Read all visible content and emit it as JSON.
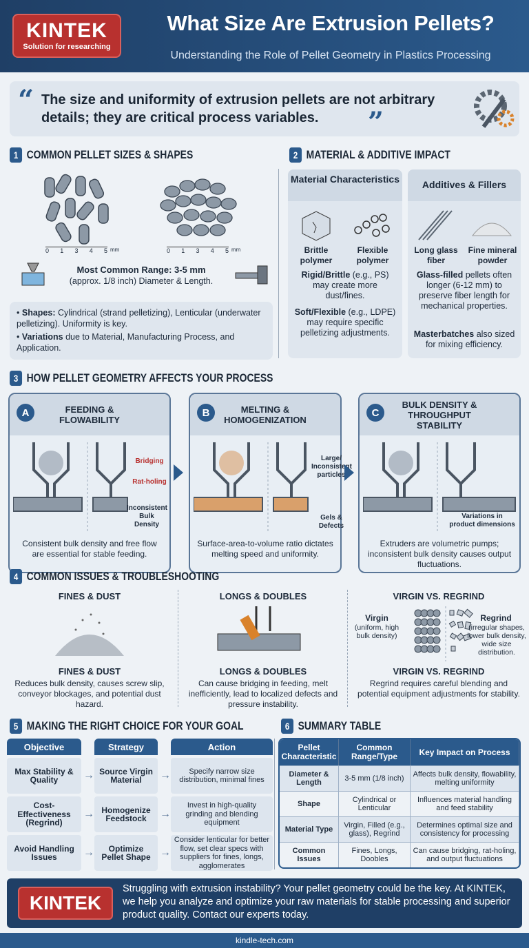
{
  "header": {
    "logo_name": "KINTEK",
    "logo_tagline": "Solution for researching",
    "title": "What Size Are Extrusion Pellets?",
    "subtitle": "Understanding the Role of Pellet Geometry in Plastics Processing"
  },
  "quote": "The size and uniformity of extrusion pellets are not arbitrary details; they are critical process variables.",
  "section1": {
    "num": "1",
    "title": "COMMON PELLET SIZES & SHAPES",
    "ruler_ticks": [
      "0",
      "1",
      "3",
      "4",
      "5"
    ],
    "ruler_unit": "mm",
    "range_title": "Most Common Range: 3-5 mm",
    "range_sub": "(approx. 1/8 inch) Diameter & Length.",
    "bullets": [
      {
        "bold": "Shapes:",
        "text": " Cylindrical (strand pelletizing), Lenticular (underwater pelletizing). Uniformity is key."
      },
      {
        "bold": "Variations",
        "text": " due to Material, Manufacturing Process, and Application."
      }
    ]
  },
  "section2": {
    "num": "2",
    "title": "MATERIAL & ADDITIVE IMPACT",
    "material": {
      "title": "Material Characteristics",
      "items": [
        "Brittle polymer",
        "Flexible polymer"
      ],
      "p1_bold": "Rigid/Brittle",
      "p1": " (e.g., PS) may create more dust/fines.",
      "p2_bold": "Soft/Flexible",
      "p2": " (e.g., LDPE) may require specific pelletizing adjustments."
    },
    "additives": {
      "title": "Additives & Fillers",
      "items": [
        "Long glass fiber",
        "Fine mineral powder"
      ],
      "p1_bold": "Glass-filled",
      "p1": " pellets often longer (6-12 mm) to preserve fiber length for mechanical properties.",
      "p2_bold": "Masterbatches",
      "p2": " also sized for mixing efficiency."
    }
  },
  "section3": {
    "num": "3",
    "title": "HOW PELLET GEOMETRY AFFECTS YOUR PROCESS",
    "cards": [
      {
        "letter": "A",
        "title": "FEEDING & FLOWABILITY",
        "labels": [
          "Bridging",
          "Rat-holing",
          "Inconsistent Bulk Density"
        ],
        "caption": "Consistent bulk density and free flow are essential for stable feeding."
      },
      {
        "letter": "B",
        "title": "MELTING & HOMOGENIZATION",
        "labels": [
          "Large/ Inconsistent particles",
          "Gels & Defects"
        ],
        "caption": "Surface-area-to-volume ratio dictates melting speed and uniformity."
      },
      {
        "letter": "C",
        "title": "BULK DENSITY & THROUGHPUT STABILITY",
        "labels": [
          "Variations in product dimensions"
        ],
        "caption": "Extruders are volumetric pumps; inconsistent bulk density causes output fluctuations."
      }
    ]
  },
  "section4": {
    "num": "4",
    "title": "COMMON ISSUES & TROUBLESHOOTING",
    "items": [
      {
        "top": "FINES & DUST",
        "title": "FINES & DUST",
        "text": "Reduces bulk density, causes screw slip, conveyor blockages, and potential dust hazard."
      },
      {
        "top": "LONGS & DOUBLES",
        "title": "LONGS & DOUBLES",
        "text": "Can cause bridging in feeding, melt inefficiently, lead to localized defects and pressure instability."
      },
      {
        "top": "VIRGIN VS. REGRIND",
        "title": "VIRGIN VS. REGRIND",
        "text": "Regrind requires careful blending and potential equipment adjustments for stability.",
        "virgin": "Virgin",
        "virgin_sub": "(uniform, high bulk density)",
        "regrind": "Regrind",
        "regrind_sub": "(irregular shapes, lower bulk density, wide size distribution."
      }
    ]
  },
  "section5": {
    "num": "5",
    "title": "MAKING THE RIGHT CHOICE FOR YOUR GOAL",
    "headers": [
      "Objective",
      "Strategy",
      "Action"
    ],
    "rows": [
      [
        "Max Stability & Quality",
        "Source Virgin Material",
        "Specify narrow size distribution, minimal fines"
      ],
      [
        "Cost-Effectiveness (Regrind)",
        "Homogenize Feedstock",
        "Invest in high-quality grinding and blending equipment"
      ],
      [
        "Avoid Handling Issues",
        "Optimize Pellet Shape",
        "Consider lenticular for better flow, set clear specs with suppliers for fines, longs, agglomerates"
      ]
    ]
  },
  "section6": {
    "num": "6",
    "title": "SUMMARY TABLE",
    "headers": [
      "Pellet Characteristic",
      "Common Range/Type",
      "Key Impact on Process"
    ],
    "rows": [
      [
        "Diameter & Length",
        "3-5 mm (1/8 inch)",
        "Affects bulk density, flowability, melting uniformity"
      ],
      [
        "Shape",
        "Cylindrical or Lenticular",
        "Influences material handling and feed stability"
      ],
      [
        "Material Type",
        "Virgin, Filled (e.g., glass), Regrind",
        "Determines optimal size and consistency for processing"
      ],
      [
        "Common Issues",
        "Fines, Longs, Doobles",
        "Can cause bridging, rat-holing, and output fluctuations"
      ]
    ]
  },
  "cta": {
    "logo": "KINTEK",
    "text": "Struggling with extrusion instability? Your pellet geometry could be the key. At KINTEK, we help you analyze and optimize your raw materials for stable processing and superior product quality. Contact our experts today."
  },
  "footer": "kindle-tech.com",
  "colors": {
    "navy": "#1f3f66",
    "blue": "#2b5a8c",
    "red": "#b8312f",
    "panel": "#dfe6ee"
  }
}
